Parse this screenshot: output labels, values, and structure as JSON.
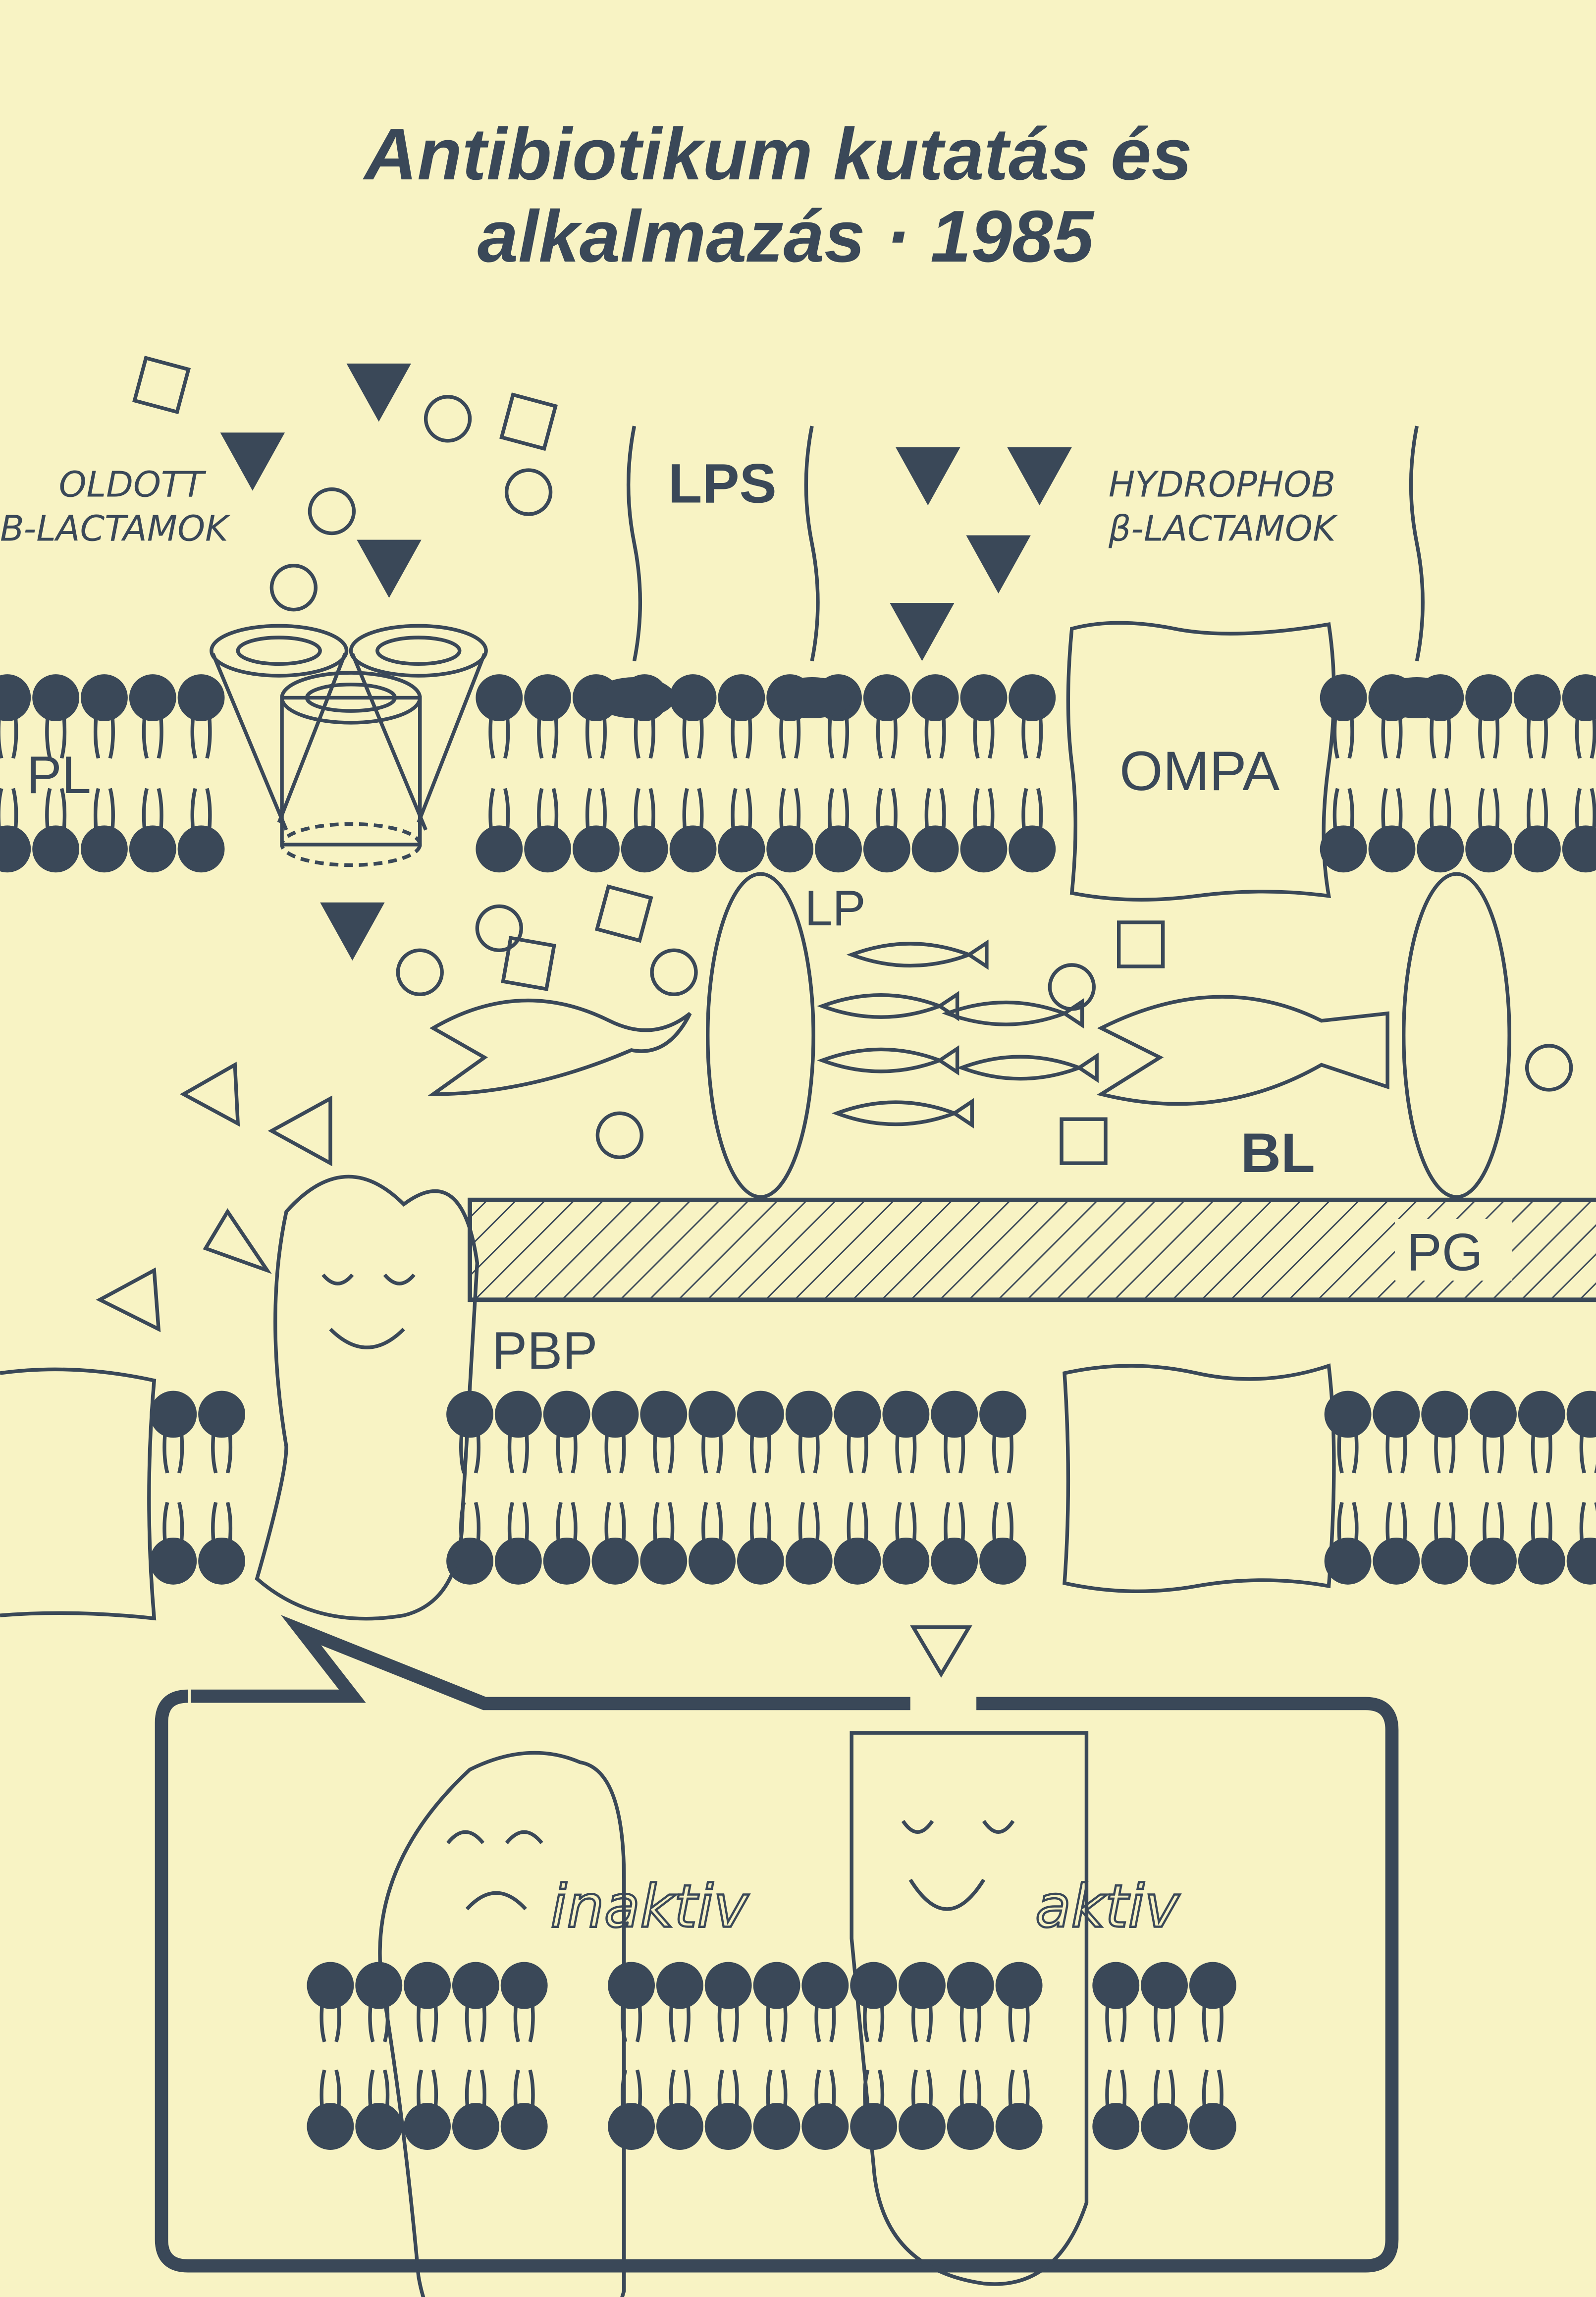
{
  "title": {
    "line1": "Antibiotikum kutatás és",
    "line2": "alkalmazás · 1985"
  },
  "labels": {
    "oldott_1": "OLDOTT",
    "oldott_2": "B-LACTAMOK",
    "lps": "LPS",
    "hydrophob_1": "HYDROPHOB",
    "hydrophob_2": "β-LACTAMOK",
    "pl": "PL",
    "ompa": "OMPA",
    "lp": "LP",
    "bl": "BL",
    "pg": "PG",
    "pbp": "PBP",
    "inaktiv": "inaktiv",
    "aktiv": "aktiv"
  },
  "colors": {
    "paper": "#f8f3c4",
    "ink": "#3a4858"
  }
}
